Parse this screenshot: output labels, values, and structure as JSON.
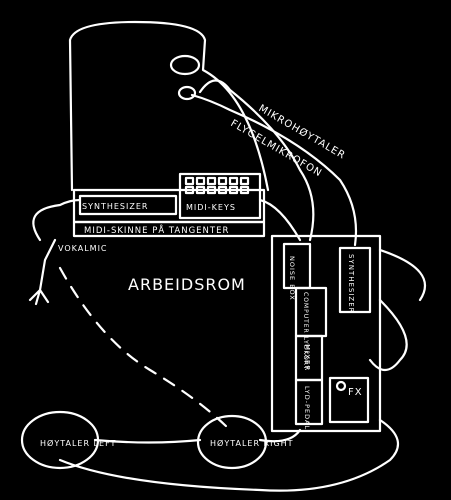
{
  "colors": {
    "background": "#000000",
    "ink": "#ffffff"
  },
  "labels": {
    "synthesizer_keyboard": "SYNTHESIZER",
    "midi_keys": "MIDI-KEYS",
    "midi_rail": "MIDI-SKINNE PÅ TANGENTER",
    "vocal_mic": "VOKALMIC",
    "workspace": "ARBEIDSROM",
    "speaker_mic": "MIKROHØYTALER",
    "grand_mic": "FLYGELMIKROFON",
    "noise_box": "NOISE BOX",
    "computer_speaker": "COMPUTER LYDKORT",
    "mixer": "MIXER",
    "synth_rack": "SYNTHESIZER",
    "pedal": "LYD-PEDAL",
    "fx": "FX",
    "speaker_left": "HØYTALER LEFT",
    "speaker_right": "HØYTALER RIGHT"
  }
}
